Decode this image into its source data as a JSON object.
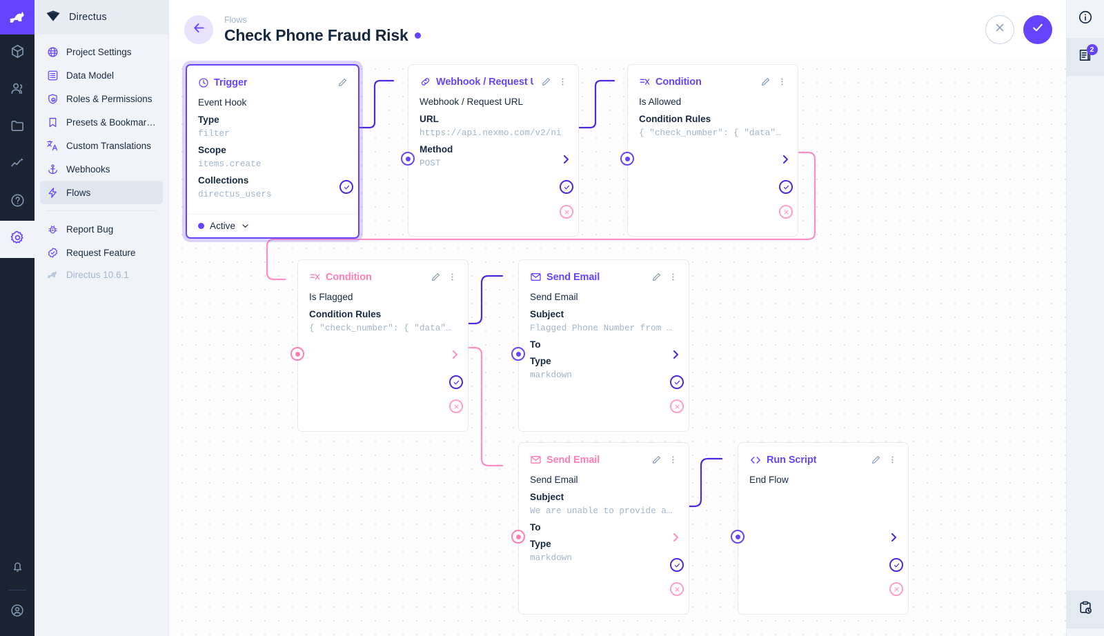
{
  "rail": {
    "logo_icon": "directus-rabbit-logo",
    "items": [
      {
        "name": "content-module",
        "icon": "box-icon"
      },
      {
        "name": "users-module",
        "icon": "people-icon"
      },
      {
        "name": "files-module",
        "icon": "folder-icon"
      },
      {
        "name": "insights-module",
        "icon": "insights-icon"
      },
      {
        "name": "docs-module",
        "icon": "help-circle-icon"
      },
      {
        "name": "settings-module",
        "icon": "gear-icon",
        "active": true
      }
    ],
    "bottom": [
      {
        "name": "notifications",
        "icon": "bell-icon"
      },
      {
        "name": "account",
        "icon": "user-circle-icon"
      }
    ]
  },
  "sidebar": {
    "title": "Directus",
    "logo_icon": "directus-diamond-icon",
    "items": [
      {
        "label": "Project Settings",
        "icon": "globe-icon",
        "selected": false
      },
      {
        "label": "Data Model",
        "icon": "list-box-icon",
        "selected": false
      },
      {
        "label": "Roles & Permissions",
        "icon": "shield-user-icon",
        "selected": false
      },
      {
        "label": "Presets & Bookmar…",
        "icon": "bookmark-icon",
        "selected": false
      },
      {
        "label": "Custom Translations",
        "icon": "translate-icon",
        "selected": false
      },
      {
        "label": "Webhooks",
        "icon": "anchor-icon",
        "selected": false
      },
      {
        "label": "Flows",
        "icon": "bolt-icon",
        "selected": true
      }
    ],
    "footer_items": [
      {
        "label": "Report Bug",
        "icon": "bug-icon"
      },
      {
        "label": "Request Feature",
        "icon": "check-badge-icon"
      }
    ],
    "version": "Directus 10.6.1",
    "version_icon": "rabbit-icon"
  },
  "header": {
    "back_icon": "arrow-left-icon",
    "breadcrumb": "Flows",
    "title": "Check Phone Fraud Risk",
    "status_dot_color": "#6644ff",
    "cancel_label": "×",
    "cancel_icon": "close-icon",
    "save_icon": "check-icon"
  },
  "right_rail": {
    "items": [
      {
        "name": "info-panel-toggle",
        "icon": "info-circle-icon",
        "badge": null
      },
      {
        "name": "revisions-panel-toggle",
        "icon": "revisions-icon",
        "badge": "2"
      }
    ],
    "bottom": [
      {
        "name": "logs-panel-toggle",
        "icon": "clipboard-clock-icon",
        "badge": null
      }
    ]
  },
  "flow": {
    "nodes": [
      {
        "id": "trigger",
        "type": "trigger",
        "accent": "purple",
        "header": "Trigger",
        "header_icon": "trigger-target-icon",
        "edit_icon": "pencil-icon",
        "has_menu": false,
        "subtitle": "Event Hook",
        "fields": [
          {
            "label": "Type",
            "value": "filter"
          },
          {
            "label": "Scope",
            "value": "items.create"
          },
          {
            "label": "Collections",
            "value": "directus_users"
          }
        ],
        "footer": {
          "status": "Active",
          "chevron_icon": "chevron-down-icon"
        }
      },
      {
        "id": "webhook",
        "type": "request",
        "accent": "purple",
        "header": "Webhook / Request U",
        "header_icon": "link-icon",
        "edit_icon": "pencil-icon",
        "menu_icon": "dots-vertical-icon",
        "subtitle": "Webhook / Request URL",
        "fields": [
          {
            "label": "URL",
            "value": "https://api.nexmo.com/v2/ni"
          },
          {
            "label": "Method",
            "value": "POST"
          }
        ]
      },
      {
        "id": "condition-allowed",
        "type": "condition",
        "accent": "purple",
        "header": "Condition",
        "header_icon": "condition-icon",
        "edit_icon": "pencil-icon",
        "menu_icon": "dots-vertical-icon",
        "subtitle": "Is Allowed",
        "fields": [
          {
            "label": "Condition Rules",
            "value": "{ \"check_number\": { \"data\"…"
          }
        ]
      },
      {
        "id": "condition-flagged",
        "type": "condition",
        "accent": "pink",
        "header": "Condition",
        "header_icon": "condition-icon",
        "edit_icon": "pencil-icon",
        "menu_icon": "dots-vertical-icon",
        "subtitle": "Is Flagged",
        "fields": [
          {
            "label": "Condition Rules",
            "value": "{ \"check_number\": { \"data\"…"
          }
        ]
      },
      {
        "id": "send-email-flagged",
        "type": "mail",
        "accent": "purple",
        "header": "Send Email",
        "header_icon": "envelope-icon",
        "edit_icon": "pencil-icon",
        "menu_icon": "dots-vertical-icon",
        "subtitle": "Send Email",
        "fields": [
          {
            "label": "Subject",
            "value": "Flagged Phone Number from …"
          },
          {
            "label": "To",
            "value": ""
          },
          {
            "label": "Type",
            "value": "markdown"
          }
        ]
      },
      {
        "id": "send-email-unable",
        "type": "mail",
        "accent": "pink",
        "header": "Send Email",
        "header_icon": "envelope-icon",
        "edit_icon": "pencil-icon",
        "menu_icon": "dots-vertical-icon",
        "subtitle": "Send Email",
        "fields": [
          {
            "label": "Subject",
            "value": "We are unable to provide a…"
          },
          {
            "label": "To",
            "value": ""
          },
          {
            "label": "Type",
            "value": "markdown"
          }
        ]
      },
      {
        "id": "run-script",
        "type": "script",
        "accent": "purple",
        "header": "Run Script",
        "header_icon": "code-brackets-icon",
        "edit_icon": "pencil-icon",
        "menu_icon": "dots-vertical-icon",
        "subtitle": "End Flow",
        "fields": []
      }
    ],
    "colors": {
      "purple": "#6644ff",
      "purple_wire": "#4a2ae0",
      "pink": "#ff7eb6",
      "pink_wire": "#ff8ec4",
      "card_border": "#e4eaf1",
      "muted_text": "#a2b5cd"
    }
  }
}
